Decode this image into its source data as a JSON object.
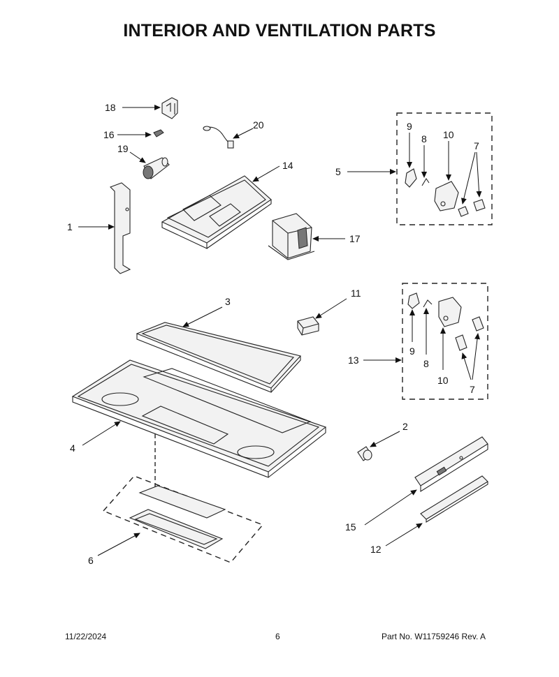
{
  "title": "INTERIOR AND VENTILATION PARTS",
  "callouts": {
    "c1": "1",
    "c2": "2",
    "c3": "3",
    "c4": "4",
    "c5": "5",
    "c6": "6",
    "c7a": "7",
    "c7b": "7",
    "c8a": "8",
    "c8b": "8",
    "c9a": "9",
    "c9b": "9",
    "c10a": "10",
    "c10b": "10",
    "c11": "11",
    "c12": "12",
    "c13": "13",
    "c14": "14",
    "c15": "15",
    "c16": "16",
    "c17": "17",
    "c18": "18",
    "c19": "19",
    "c20": "20"
  },
  "footer": {
    "date": "11/22/2024",
    "page": "6",
    "part": "Part No.  W11759246  Rev.  A"
  }
}
